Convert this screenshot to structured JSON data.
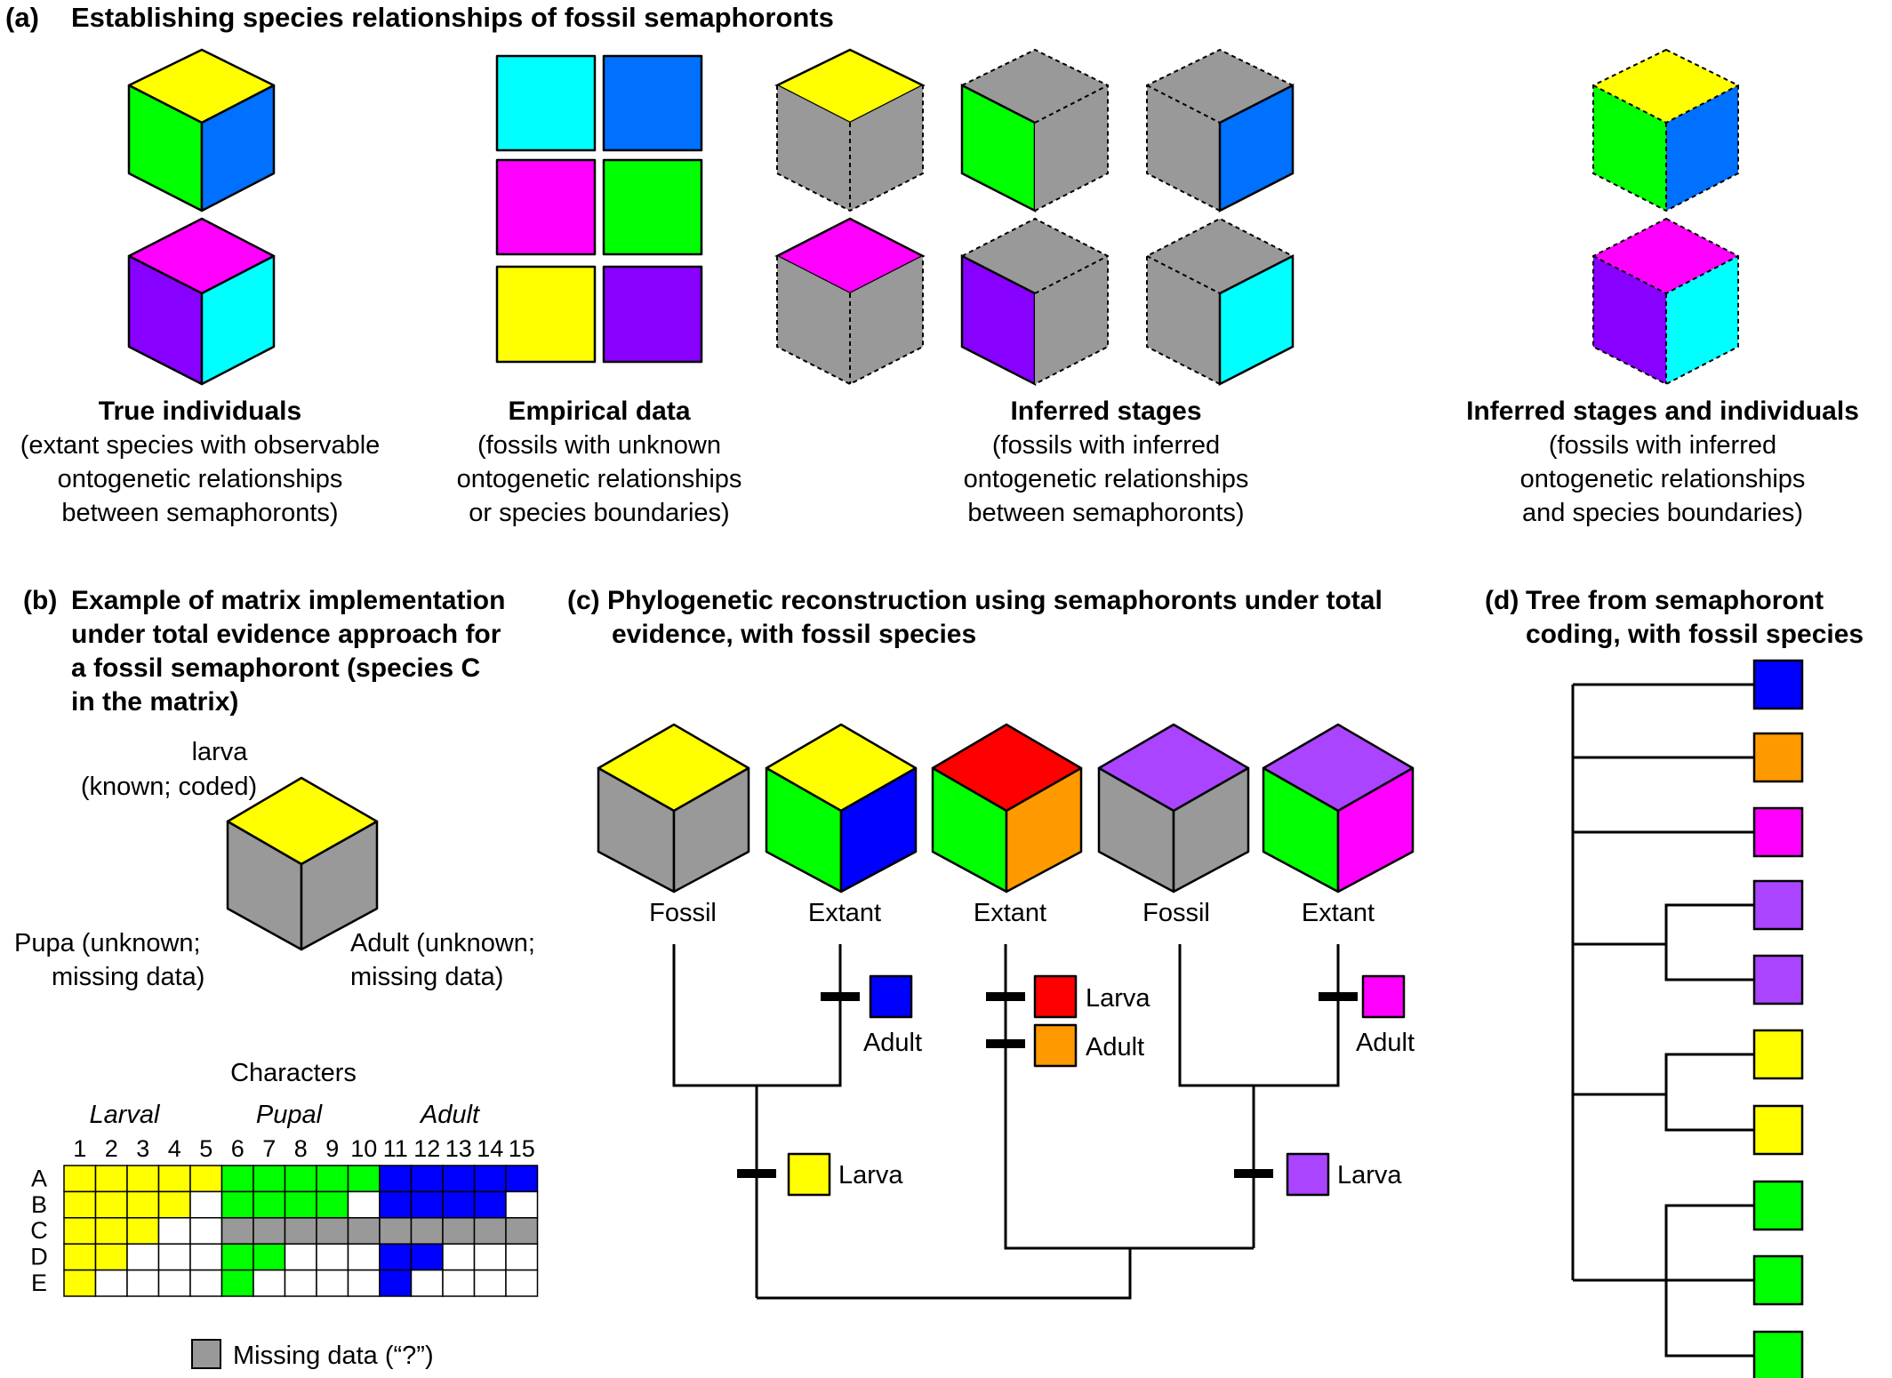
{
  "colors": {
    "yellow": "#ffff00",
    "green": "#00ff00",
    "blue_light": "#0070ff",
    "blue_dark": "#0000ff",
    "magenta": "#ff00ff",
    "violet": "#8800ff",
    "cyan": "#00ffff",
    "gray": "#999999",
    "red": "#ff0000",
    "orange": "#ff9900",
    "lavender": "#aa44ff"
  },
  "panel_a": {
    "letter": "(a)",
    "title": "Establishing species relationships of fossil semaphoronts",
    "groups": [
      {
        "title": "True individuals",
        "lines": [
          "(extant species with observable",
          "ontogenetic relationships",
          "between semaphoronts)"
        ]
      },
      {
        "title": "Empirical data",
        "lines": [
          "(fossils with unknown",
          "ontogenetic relationships",
          "or species boundaries)"
        ]
      },
      {
        "title": "Inferred stages",
        "lines": [
          "(fossils with inferred",
          "ontogenetic relationships",
          "between semaphoronts)"
        ]
      },
      {
        "title": "Inferred stages and individuals",
        "lines": [
          "(fossils with inferred",
          "ontogenetic relationships",
          "and species boundaries)"
        ]
      }
    ]
  },
  "panel_b": {
    "letter": "(b)",
    "title_lines": [
      "Example of matrix implementation",
      "under total evidence approach for",
      "a fossil semaphoront (species C",
      "in the matrix)"
    ],
    "larva_lines": [
      "larva",
      "(known; coded)"
    ],
    "pupa_lines": [
      "Pupa (unknown;",
      "missing data)"
    ],
    "adult_lines": [
      "Adult (unknown;",
      "missing data)"
    ],
    "characters_label": "Characters",
    "groups": [
      "Larval",
      "Pupal",
      "Adult"
    ],
    "columns": [
      "1",
      "2",
      "3",
      "4",
      "5",
      "6",
      "7",
      "8",
      "9",
      "10",
      "11",
      "12",
      "13",
      "14",
      "15"
    ],
    "rows": [
      {
        "label": "A",
        "cells": "YYYYYGGGGGBBBBB"
      },
      {
        "label": "B",
        "cells": "YYYY-GGGG-BBBB-"
      },
      {
        "label": "C",
        "cells": "YYY--??????????"
      },
      {
        "label": "D",
        "cells": "YY---GG---BB---"
      },
      {
        "label": "E",
        "cells": "Y----G----B----"
      }
    ],
    "legend": "Missing data (“?”)"
  },
  "panel_c": {
    "letter": "(c)",
    "title_lines": [
      "Phylogenetic reconstruction using semaphoronts under total",
      "evidence, with fossil species"
    ],
    "taxa": [
      "Fossil",
      "Extant",
      "Extant",
      "Fossil",
      "Extant"
    ],
    "labels": {
      "adult": "Adult",
      "larva": "Larva"
    }
  },
  "panel_d": {
    "letter": "(d)",
    "title_lines": [
      "Tree from semaphoront",
      "coding, with fossil species"
    ],
    "leaves": [
      "blue_dark",
      "orange",
      "magenta",
      "lavender",
      "lavender",
      "yellow",
      "yellow",
      "green",
      "green",
      "green"
    ]
  }
}
